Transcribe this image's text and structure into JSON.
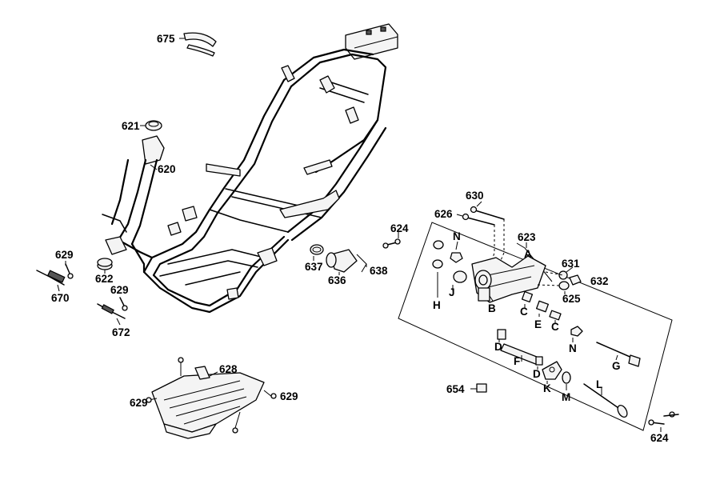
{
  "diagram": {
    "labels": {
      "p675": "675",
      "p621": "621",
      "p620": "620",
      "p629a": "629",
      "p670": "670",
      "p622": "622",
      "p629b": "629",
      "p672": "672",
      "p628": "628",
      "p629c": "629",
      "p629d": "629",
      "p637": "637",
      "p636": "636",
      "p638": "638",
      "p624a": "624",
      "p630": "630",
      "p626": "626",
      "p623": "623",
      "pN1": "N",
      "pA": "A",
      "p631": "631",
      "p632": "632",
      "p625": "625",
      "pH": "H",
      "pJ": "J",
      "pB": "B",
      "pC1": "C",
      "pC2": "C",
      "pE": "E",
      "pD1": "D",
      "pN2": "N",
      "pF": "F",
      "pG": "G",
      "pD2": "D",
      "pK": "K",
      "pM": "M",
      "pL": "L",
      "p654": "654",
      "p624b": "624"
    }
  }
}
